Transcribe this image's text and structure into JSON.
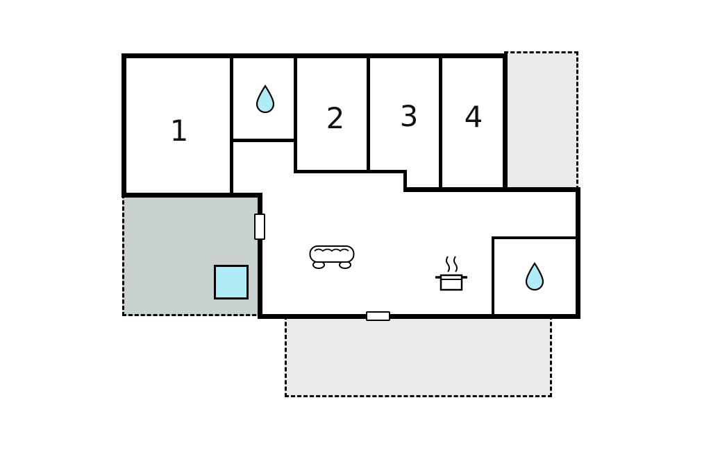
{
  "floorplan": {
    "rooms": [
      {
        "label": "1"
      },
      {
        "label": "2"
      },
      {
        "label": "3"
      },
      {
        "label": "4"
      }
    ],
    "icons": {
      "bathroom_top": "water-drop",
      "bathroom_right": "water-drop",
      "living_area": "sofa-top-view",
      "kitchen": "cooking-pot-with-steam",
      "covered_terrace": "hot-tub"
    },
    "markers": {
      "left_wall": "door-window-marker",
      "bottom_wall": "door-window-marker"
    },
    "colors": {
      "walls": "#000000",
      "terrace_fill": "#e8ebea",
      "covered_terrace_fill": "#c9d2d1",
      "water_blue": "#b0ecf8",
      "background": "#ffffff"
    }
  }
}
